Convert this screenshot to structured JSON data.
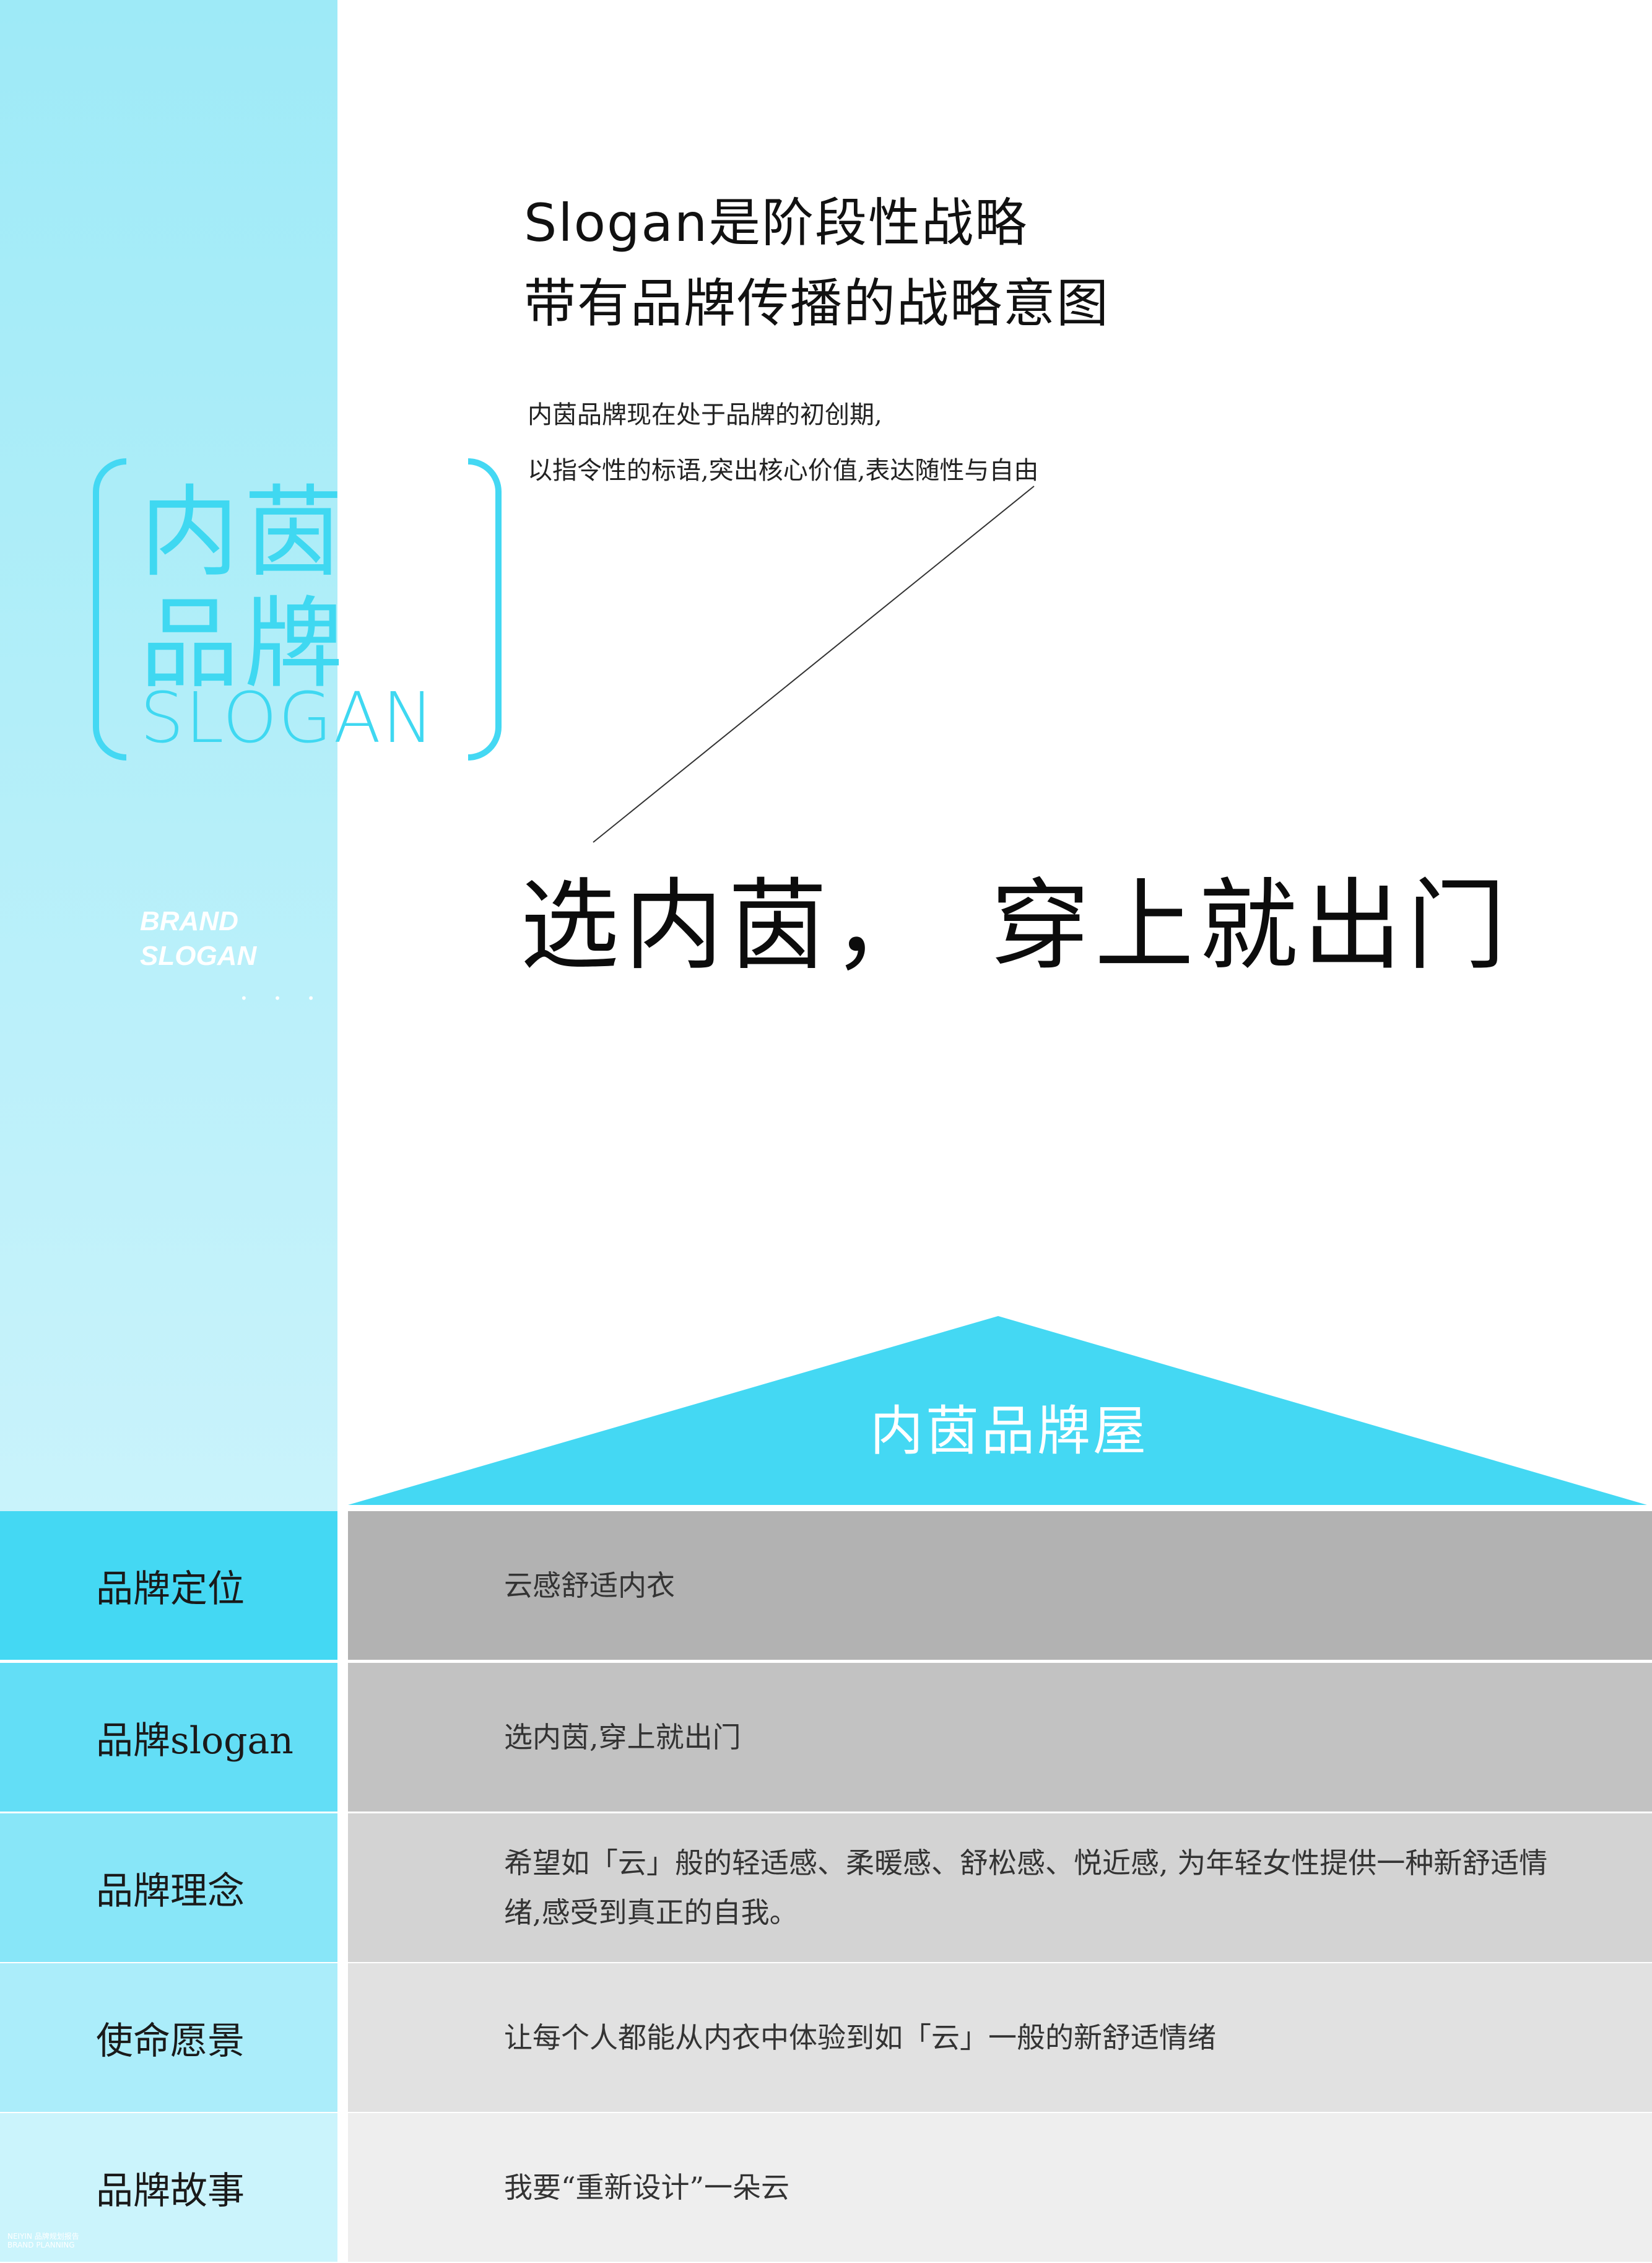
{
  "colors": {
    "accent": "#44d8f3",
    "sidebar_top": "#9eeaf7",
    "sidebar_bottom": "#c9f3fb",
    "table_shades": [
      "#b2b2b2",
      "#c2c2c2",
      "#d3d3d3",
      "#e1e1e1",
      "#eeeeee"
    ],
    "label_shades": [
      "#44d8f3",
      "#63def6",
      "#88e6f8",
      "#abedfa",
      "#cbf4fc"
    ]
  },
  "sidebar": {
    "title_line1": "内茵",
    "title_line2": "品牌",
    "title_line3": "SLOGAN",
    "brand_en_line1": "BRAND",
    "brand_en_line2": "SLOGAN",
    "dots": "• • • •",
    "footer_line1": "NEIYIN 品牌规划报告",
    "footer_line2": "BRAND PLANNING"
  },
  "headline": {
    "line1": "Slogan是阶段性战略",
    "line2": "带有品牌传播的战略意图"
  },
  "intro": {
    "line1": "内茵品牌现在处于品牌的初创期,",
    "line2": "以指令性的标语,突出核心价值,表达随性与自由"
  },
  "slogan": "选内茵，　穿上就出门",
  "brand_house": {
    "title": "内茵品牌屋",
    "rows": [
      {
        "label": "品牌定位",
        "value": "云感舒适内衣"
      },
      {
        "label": "品牌slogan",
        "value": "选内茵,穿上就出门"
      },
      {
        "label": "品牌理念",
        "value": "希望如「云」般的轻适感、柔暖感、舒松感、悦近感, 为年轻女性提供一种新舒适情绪,感受到真正的自我。"
      },
      {
        "label": "使命愿景",
        "value": "让每个人都能从内衣中体验到如「云」一般的新舒适情绪"
      },
      {
        "label": "品牌故事",
        "value": "我要“重新设计”一朵云"
      }
    ]
  }
}
